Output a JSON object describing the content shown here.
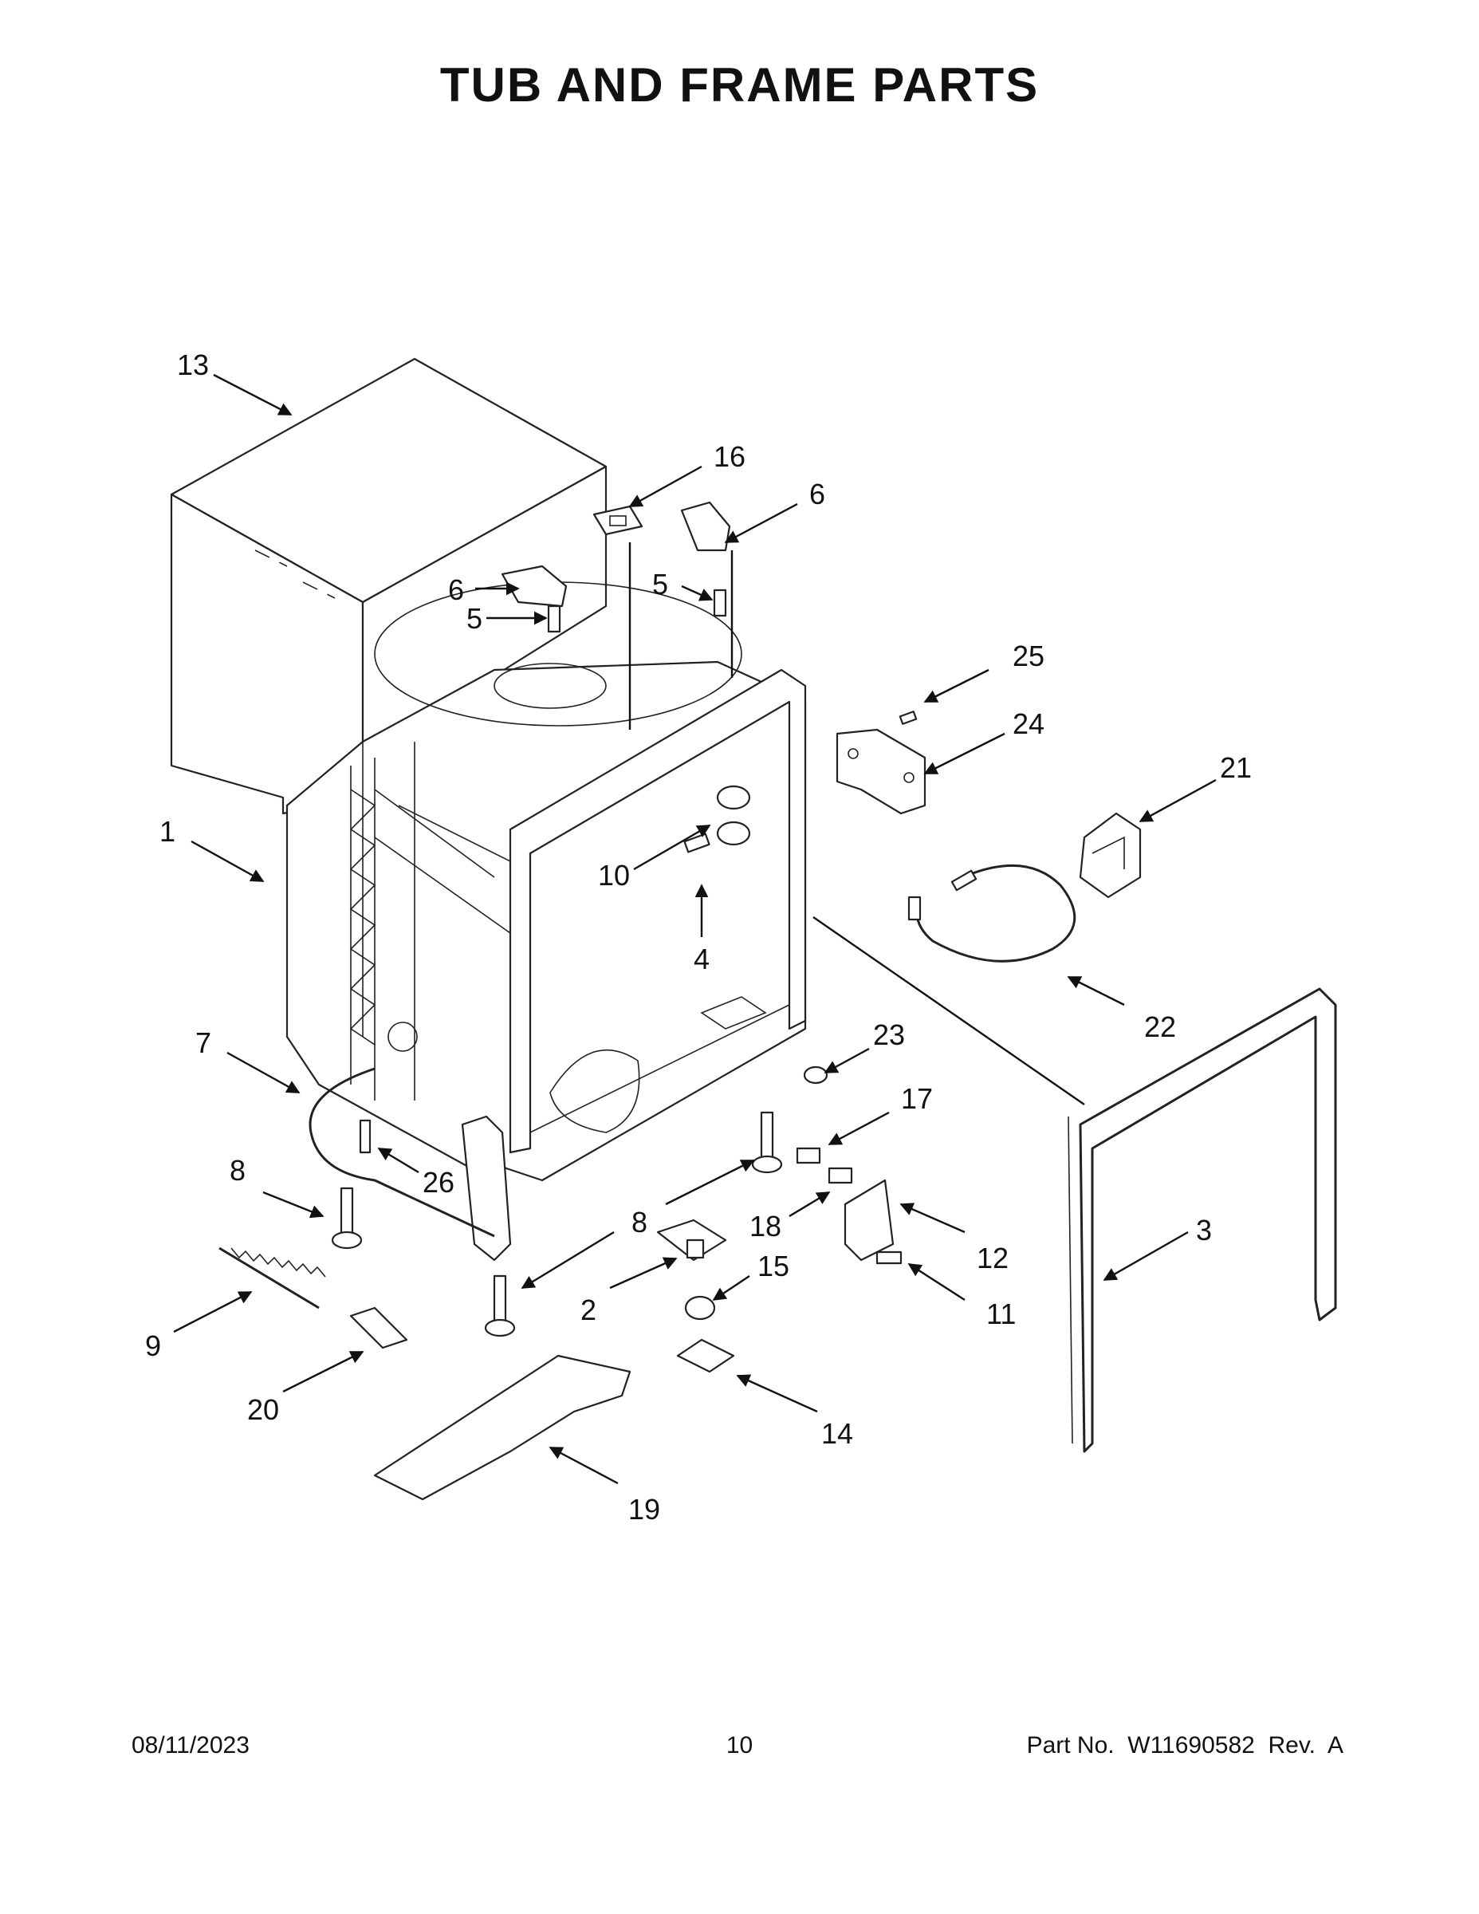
{
  "title": "TUB AND FRAME PARTS",
  "callouts": [
    {
      "id": "c13",
      "text": "13"
    },
    {
      "id": "c16",
      "text": "16"
    },
    {
      "id": "c6a",
      "text": "6"
    },
    {
      "id": "c6b",
      "text": "6"
    },
    {
      "id": "c5a",
      "text": "5"
    },
    {
      "id": "c5b",
      "text": "5"
    },
    {
      "id": "c25",
      "text": "25"
    },
    {
      "id": "c24",
      "text": "24"
    },
    {
      "id": "c21",
      "text": "21"
    },
    {
      "id": "c1",
      "text": "1"
    },
    {
      "id": "c10",
      "text": "10"
    },
    {
      "id": "c4",
      "text": "4"
    },
    {
      "id": "c22",
      "text": "22"
    },
    {
      "id": "c7",
      "text": "7"
    },
    {
      "id": "c23",
      "text": "23"
    },
    {
      "id": "c17",
      "text": "17"
    },
    {
      "id": "c8a",
      "text": "8"
    },
    {
      "id": "c26",
      "text": "26"
    },
    {
      "id": "c8b",
      "text": "8"
    },
    {
      "id": "c18",
      "text": "18"
    },
    {
      "id": "c12",
      "text": "12"
    },
    {
      "id": "c3",
      "text": "3"
    },
    {
      "id": "c15",
      "text": "15"
    },
    {
      "id": "c2",
      "text": "2"
    },
    {
      "id": "c11",
      "text": "11"
    },
    {
      "id": "c9",
      "text": "9"
    },
    {
      "id": "c20",
      "text": "20"
    },
    {
      "id": "c14",
      "text": "14"
    },
    {
      "id": "c19",
      "text": "19"
    }
  ],
  "footer": {
    "date": "08/11/2023",
    "page": "10",
    "part_no": "Part No.  W11690582  Rev.  A"
  }
}
